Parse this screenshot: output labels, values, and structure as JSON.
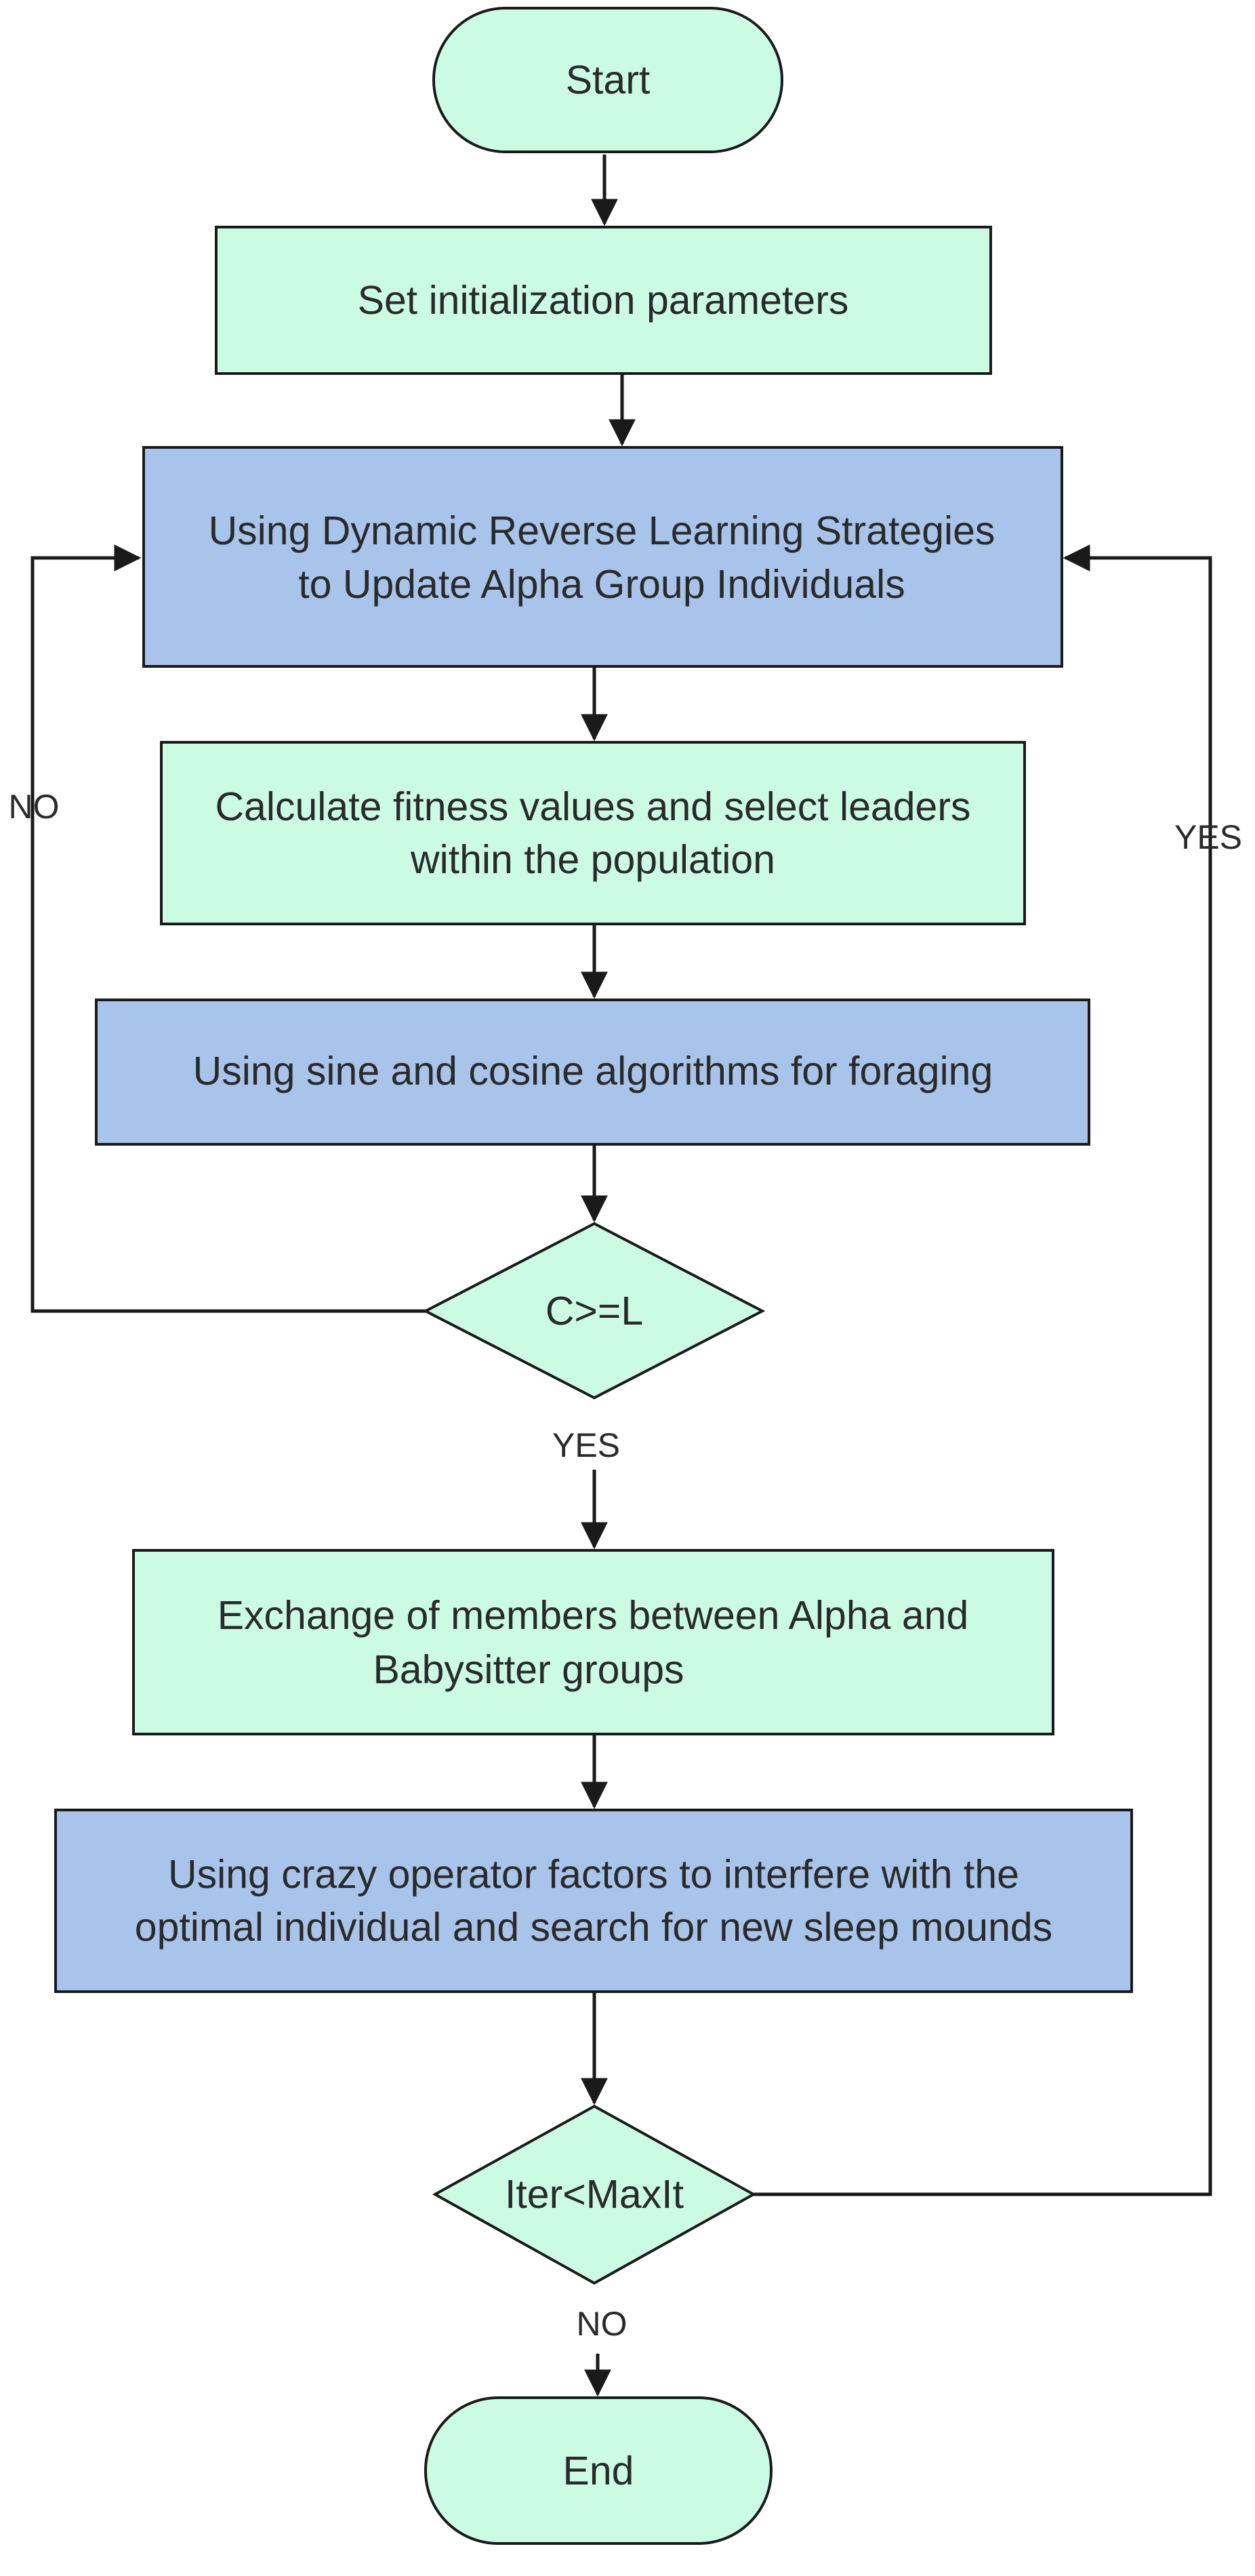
{
  "colors": {
    "green_fill": "#ccfbe4",
    "blue_fill": "#a9c4ea",
    "stroke": "#1a1a1a",
    "text": "#2a2a2a",
    "background": "#ffffff"
  },
  "nodes": {
    "start": {
      "shape": "terminal",
      "text": "Start"
    },
    "init": {
      "shape": "process",
      "text": "Set initialization parameters"
    },
    "drl": {
      "shape": "process",
      "line1": "Using Dynamic Reverse Learning Strategies",
      "line2": "to Update Alpha Group Individuals"
    },
    "fitness": {
      "shape": "process",
      "line1": "Calculate fitness values and select leaders",
      "line2": "within the population"
    },
    "sca": {
      "shape": "process",
      "text": "Using sine and cosine algorithms for foraging"
    },
    "cond1": {
      "shape": "decision",
      "text": "C>=L"
    },
    "exchange": {
      "shape": "process",
      "line1": "Exchange of members between Alpha and",
      "line2": "Babysitter groups"
    },
    "crazy": {
      "shape": "process",
      "line1": "Using crazy operator factors to interfere with the",
      "line2": "optimal individual and search for new sleep mounds"
    },
    "cond2": {
      "shape": "decision",
      "text": "Iter<MaxIt"
    },
    "end": {
      "shape": "terminal",
      "text": "End"
    }
  },
  "edges": {
    "cond1_no": "NO",
    "cond1_yes": "YES",
    "cond2_yes": "YES",
    "cond2_no": "NO"
  }
}
